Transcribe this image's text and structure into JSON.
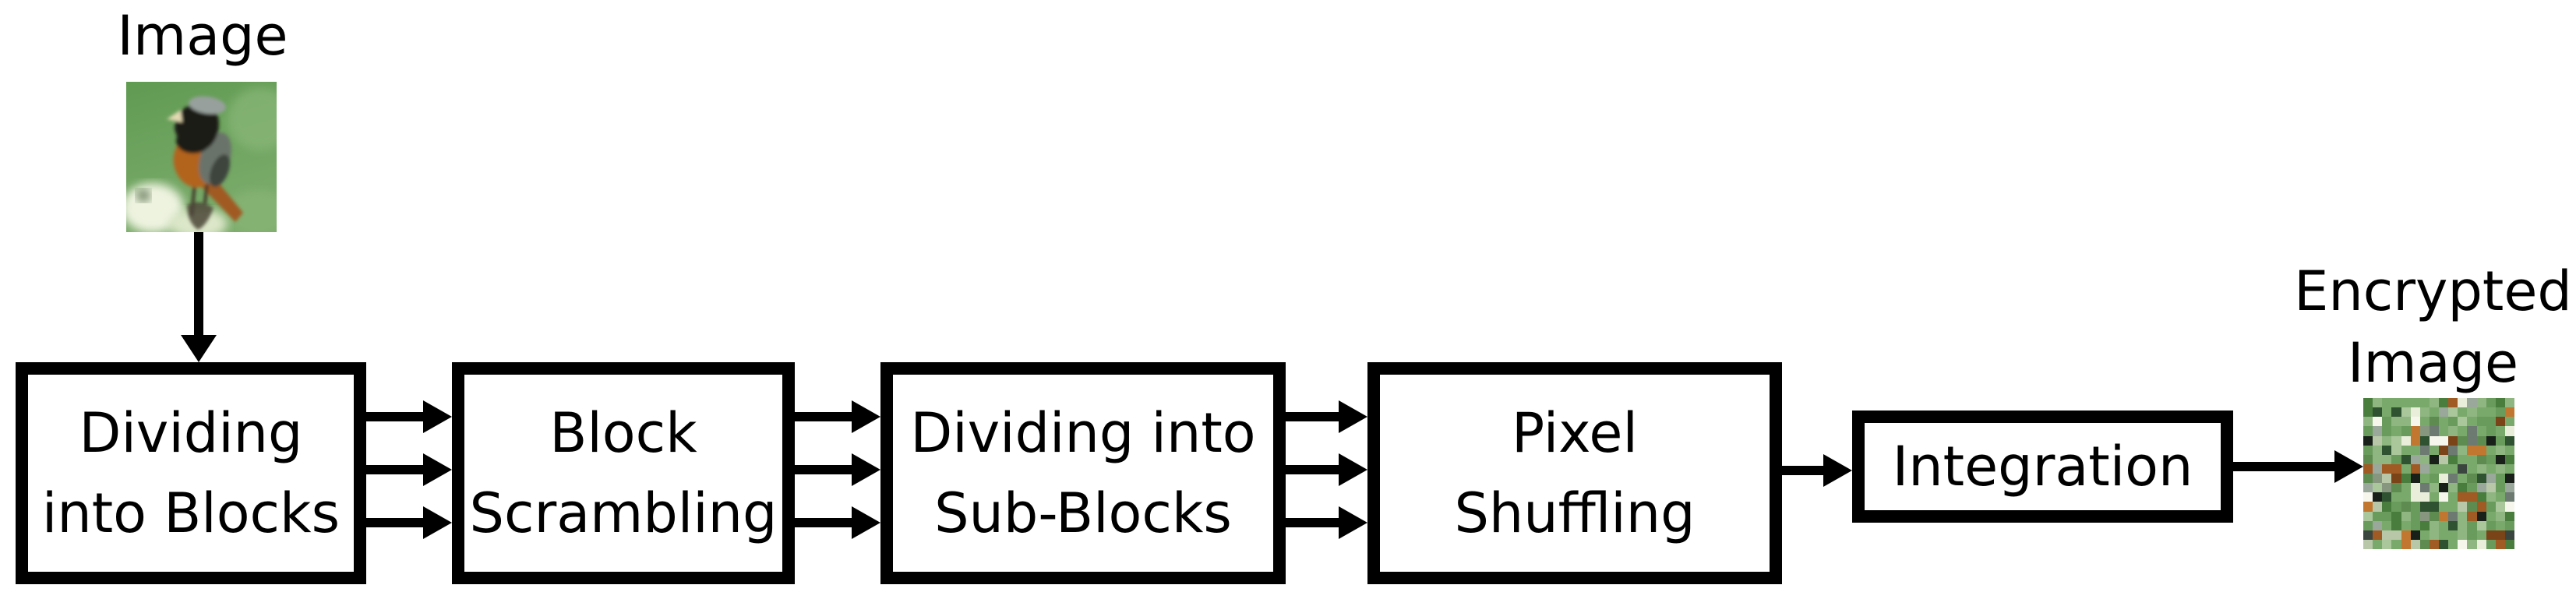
{
  "diagram": {
    "input_label": "Image",
    "output_label_line1": "Encrypted",
    "output_label_line2": "Image",
    "boxes": [
      {
        "id": "dividing-into-blocks",
        "line1": "Dividing",
        "line2": "into Blocks"
      },
      {
        "id": "block-scrambling",
        "line1": "Block",
        "line2": "Scrambling"
      },
      {
        "id": "dividing-into-sub-blocks",
        "line1": "Dividing into",
        "line2": "Sub-Blocks"
      },
      {
        "id": "pixel-shuffling",
        "line1": "Pixel",
        "line2": "Shuffling"
      },
      {
        "id": "integration",
        "line1": "Integration"
      }
    ],
    "stroke_color": "#000000",
    "background_color": "#ffffff"
  },
  "bird": {
    "colors": {
      "bg_top": "#609b52",
      "bg_bottom": "#7bab6b",
      "bokeh_light": "#8db97c",
      "flower1": "#eef3e0",
      "flower2": "#dce7c9",
      "flower_shadow": "#46603a",
      "head_black": "#1d1c17",
      "crown_grey": "#97a09c",
      "beak_pale": "#e3d9b2",
      "breast_orange": "#b2641f",
      "tail_rust": "#a05a22",
      "wing_grey": "#6b736b",
      "wing_dark": "#3e443c",
      "leg_dark": "#3c3428",
      "twig": "#4a4436"
    }
  },
  "mosaic": {
    "grid": 16,
    "seed": 13,
    "palette": [
      {
        "color": "#7aa96c",
        "weight": 16
      },
      {
        "color": "#699b5c",
        "weight": 13
      },
      {
        "color": "#8fb581",
        "weight": 10
      },
      {
        "color": "#a9c79b",
        "weight": 7
      },
      {
        "color": "#5d8b50",
        "weight": 9
      },
      {
        "color": "#497d3e",
        "weight": 6
      },
      {
        "color": "#2f5230",
        "weight": 4
      },
      {
        "color": "#e9eedb",
        "weight": 5
      },
      {
        "color": "#f6f6ec",
        "weight": 3
      },
      {
        "color": "#9aa79b",
        "weight": 3
      },
      {
        "color": "#6d7a72",
        "weight": 3
      },
      {
        "color": "#3a4540",
        "weight": 3
      },
      {
        "color": "#182019",
        "weight": 3
      },
      {
        "color": "#a05a24",
        "weight": 4
      },
      {
        "color": "#c1772f",
        "weight": 3
      },
      {
        "color": "#7a4418",
        "weight": 2
      },
      {
        "color": "#b7c7a7",
        "weight": 4
      },
      {
        "color": "#87977f",
        "weight": 2
      }
    ]
  }
}
